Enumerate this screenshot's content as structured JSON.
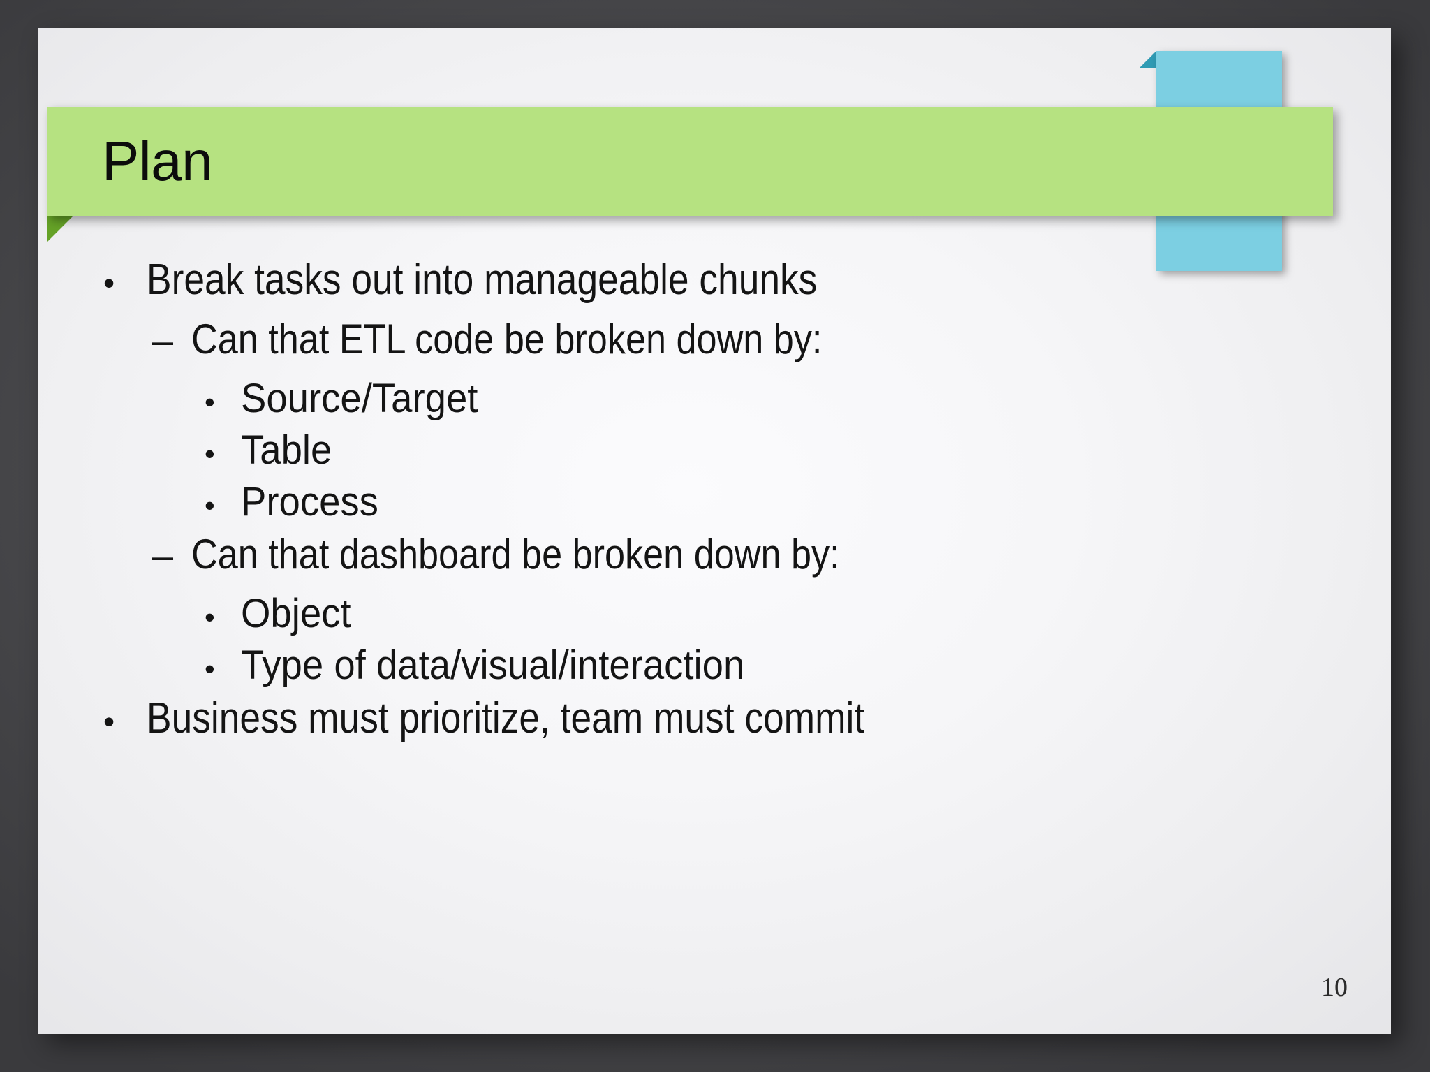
{
  "slide": {
    "title": "Plan",
    "page_number": "10",
    "colors": {
      "title_ribbon": "#b6e281",
      "title_ribbon_fold": "#65a227",
      "accent_ribbon": "#7ccfe2",
      "accent_ribbon_fold": "#2f9bb4",
      "slide_background": "#f6f6f8",
      "desktop_background": "#4b4b4d",
      "text": "#141414"
    },
    "bullets": [
      {
        "level": 1,
        "marker": "•",
        "text": "Break tasks out into manageable chunks"
      },
      {
        "level": 2,
        "marker": "–",
        "text": "Can that ETL code be broken down by:"
      },
      {
        "level": 3,
        "marker": "•",
        "text": "Source/Target"
      },
      {
        "level": 3,
        "marker": "•",
        "text": "Table"
      },
      {
        "level": 3,
        "marker": "•",
        "text": "Process"
      },
      {
        "level": 2,
        "marker": "–",
        "text": "Can that dashboard be broken down by:"
      },
      {
        "level": 3,
        "marker": "•",
        "text": "Object"
      },
      {
        "level": 3,
        "marker": "•",
        "text": "Type of data/visual/interaction"
      },
      {
        "level": 1,
        "marker": "•",
        "text": "Business must prioritize, team must commit"
      }
    ]
  }
}
